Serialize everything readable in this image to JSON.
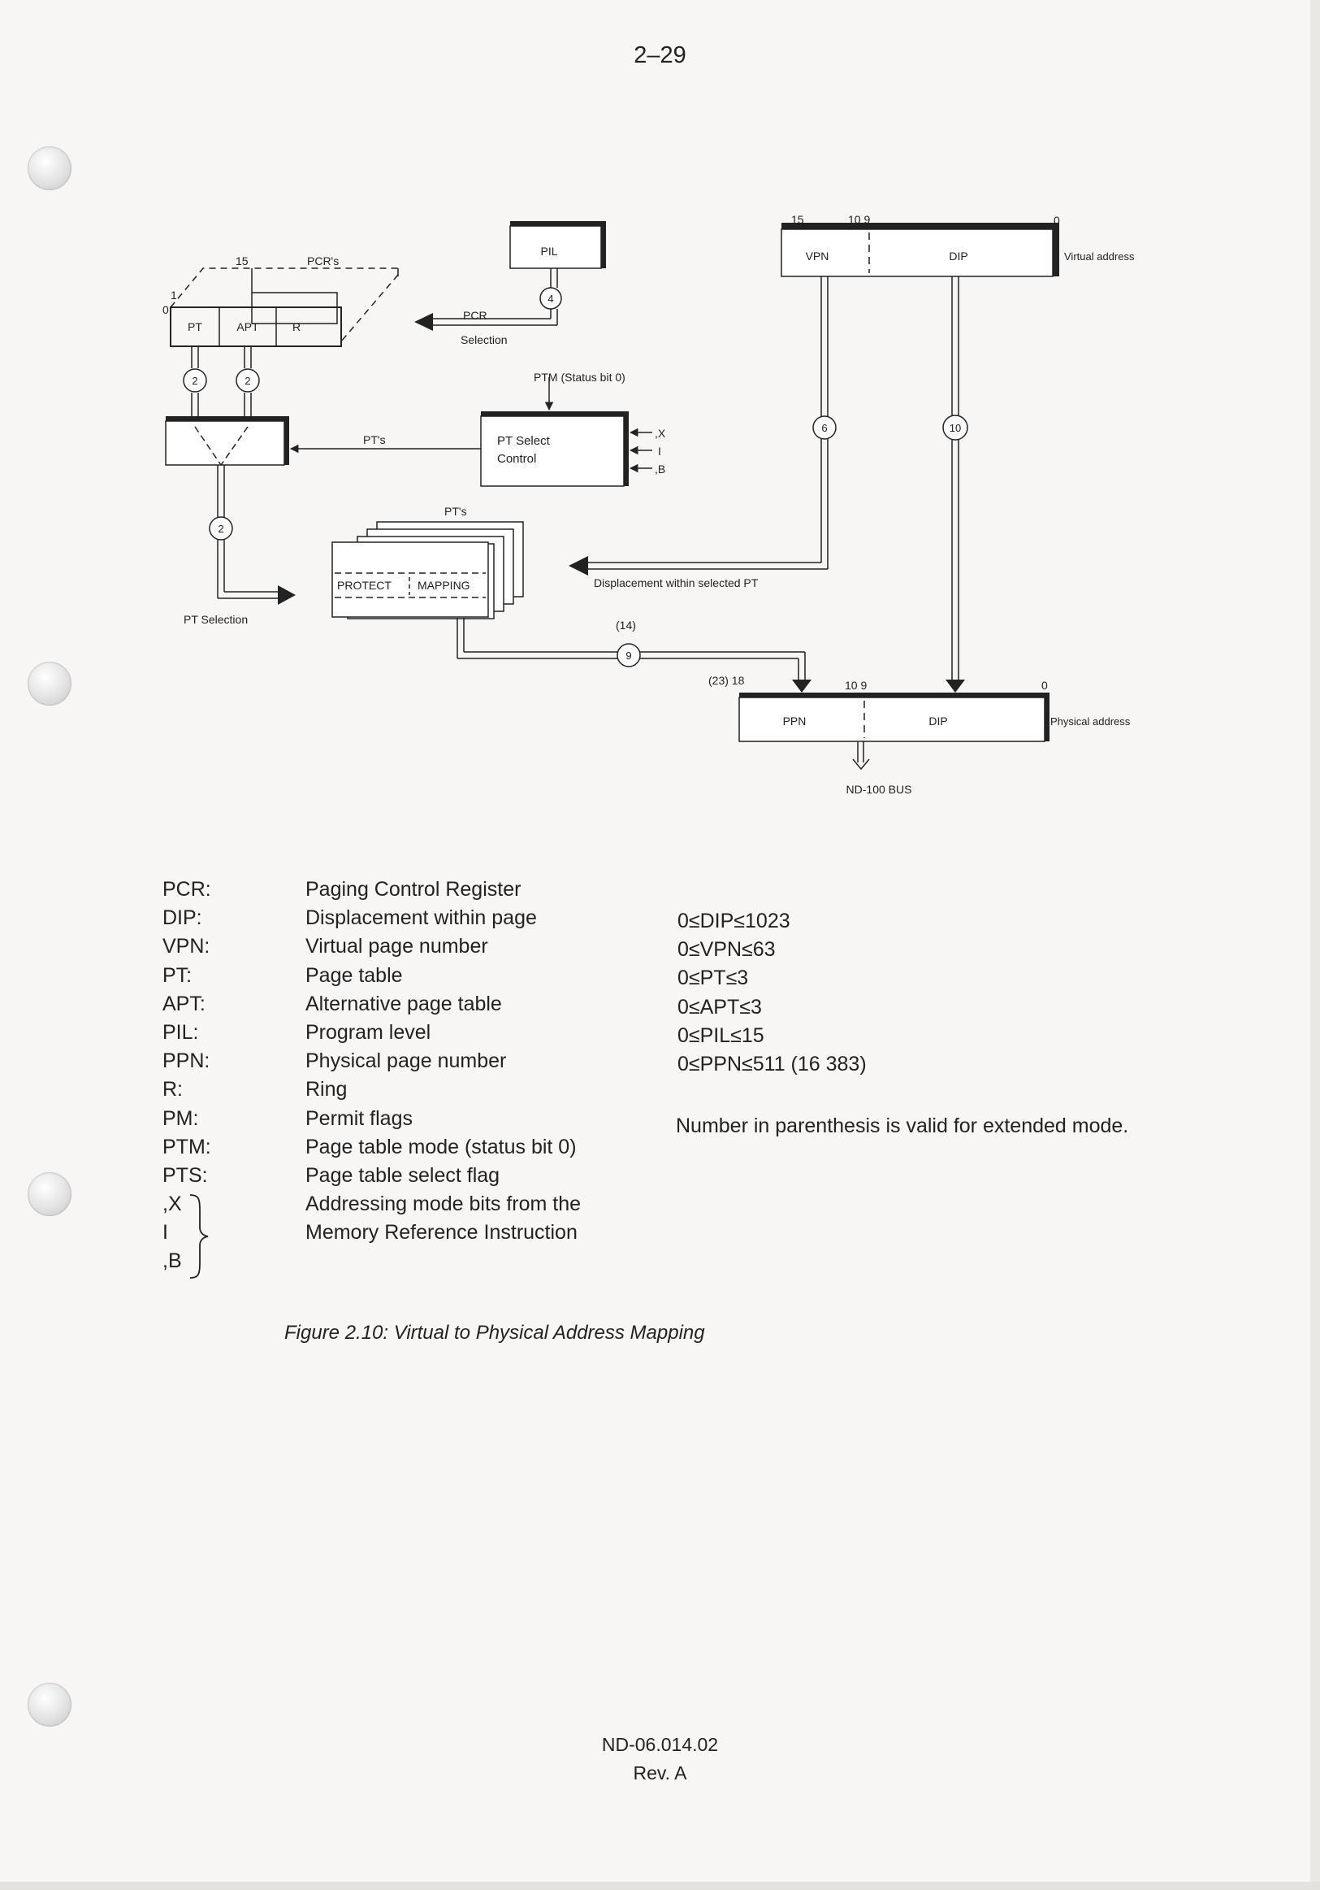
{
  "page_number": "2–29",
  "figure": {
    "labels": {
      "pcrs_top": "PCR's",
      "bit_15": "15",
      "bit_1": "1",
      "bit_0": "0",
      "pt": "PT",
      "apt": "APT",
      "r": "R",
      "pil": "PIL",
      "pcr_selection_1": "PCR",
      "pcr_selection_2": "Selection",
      "ptm_status": "PTM (Status bit 0)",
      "pts_arrow": "PT's",
      "pt_select_1": "PT Select",
      "pt_select_2": "Control",
      "mode_x": ",X",
      "mode_i": "I",
      "mode_b": ",B",
      "pts_stack": "PT's",
      "protect": "PROTECT",
      "mapping": "MAPPING",
      "pt_selection": "PT Selection",
      "displacement": "Displacement within selected PT",
      "n14": "(14)",
      "circle_2": "2",
      "circle_4": "4",
      "circle_6": "6",
      "circle_9": "9",
      "circle_10": "10",
      "va_15": "15",
      "va_109": "10  9",
      "va_0": "0",
      "vpn": "VPN",
      "dip_v": "DIP",
      "virtual_address": "Virtual address",
      "pa_2318": "(23)  18",
      "pa_109": "10  9",
      "pa_0": "0",
      "ppn": "PPN",
      "dip_p": "DIP",
      "physical_address": "Physical address",
      "bus": "ND-100 BUS"
    }
  },
  "legend": {
    "terms": [
      "PCR:",
      "DIP:",
      "VPN:",
      "PT:",
      "APT:",
      "PIL:",
      "PPN:",
      "R:",
      "PM:",
      "PTM:",
      "PTS:",
      ",X",
      "I",
      ",B"
    ],
    "definitions": [
      "Paging Control Register",
      "Displacement within page",
      "Virtual page number",
      "Page table",
      "Alternative page table",
      "Program level",
      "Physical page number",
      "Ring",
      "Permit flags",
      "Page table mode (status bit 0)",
      "Page table select flag",
      "Addressing mode bits from the",
      "Memory Reference Instruction"
    ],
    "ranges": [
      "0≤DIP≤1023",
      "0≤VPN≤63",
      "0≤PT≤3",
      "0≤APT≤3",
      "0≤PIL≤15",
      "0≤PPN≤511 (16 383)"
    ],
    "note": "Number in parenthesis is valid for extended mode."
  },
  "caption": "Figure 2.10:  Virtual to Physical Address Mapping",
  "footer": {
    "doc_number": "ND-06.014.02",
    "revision": "Rev. A"
  }
}
